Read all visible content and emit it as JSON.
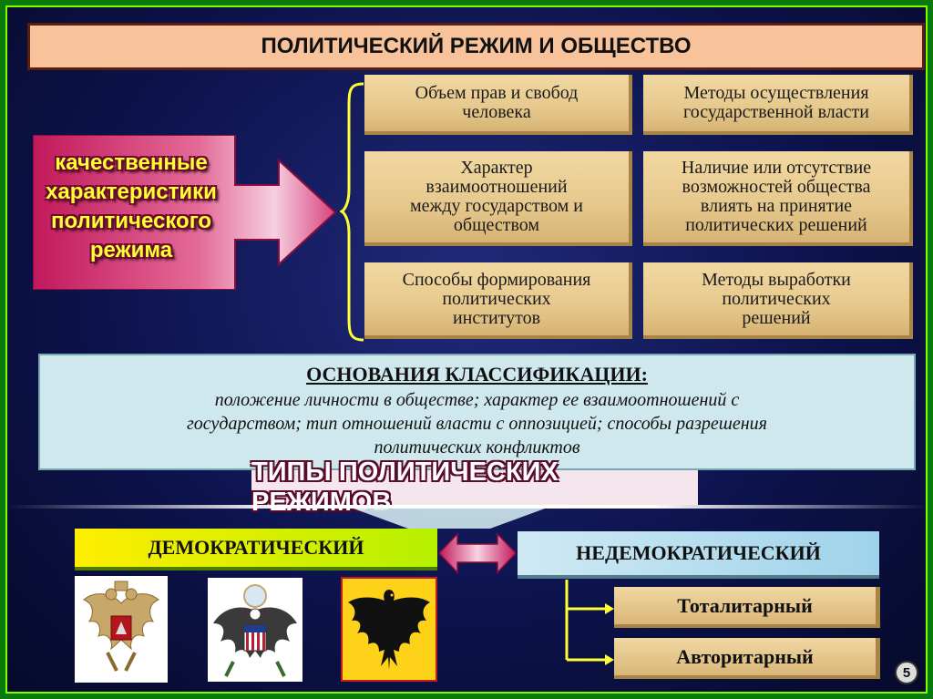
{
  "title": "ПОЛИТИЧЕСКИЙ РЕЖИМ И ОБЩЕСТВО",
  "qualitative": {
    "lines": [
      "качественные",
      "характеристики",
      "политического",
      "режима"
    ]
  },
  "characteristics": [
    {
      "lines": [
        "Объем прав и свобод",
        "человека"
      ]
    },
    {
      "lines": [
        "Методы осуществления",
        "государственной власти"
      ]
    },
    {
      "lines": [
        "Характер",
        "взаимоотношений",
        "между государством и",
        "обществом"
      ]
    },
    {
      "lines": [
        "Наличие или отсутствие",
        "возможностей общества",
        "влиять на принятие",
        "политических решений"
      ]
    },
    {
      "lines": [
        "Способы формирования",
        "политических",
        "институтов"
      ]
    },
    {
      "lines": [
        "Методы выработки",
        "политических",
        "решений"
      ]
    }
  ],
  "classification": {
    "heading": "ОСНОВАНИЯ КЛАССИФИКАЦИИ:",
    "lines": [
      "положение личности в обществе; характер ее взаимоотношений с",
      "государством; тип отношений власти с оппозицией; способы разрешения",
      "политических конфликтов"
    ]
  },
  "types_heading": "ТИПЫ ПОЛИТИЧЕСКИХ РЕЖИМОВ",
  "democratic": "ДЕМОКРАТИЧЕСКИЙ",
  "nondemocratic": "НЕДЕМОКРАТИЧЕСКИЙ",
  "nondemocratic_types": [
    "Тоталитарный",
    "Авторитарный"
  ],
  "emblems": [
    "russia-coat-of-arms",
    "usa-great-seal",
    "germany-eagle"
  ],
  "page_number": "5",
  "colors": {
    "background": "#0d134d",
    "border": "#7fff00",
    "title_bg": "#f8c39a",
    "tan": "#e6c88c",
    "panel": "#cfe8ee",
    "democratic": "#ffee00",
    "nondemocratic": "#9fd3ea",
    "arrow": "#c2185b",
    "qual_text": "#ffff33"
  }
}
